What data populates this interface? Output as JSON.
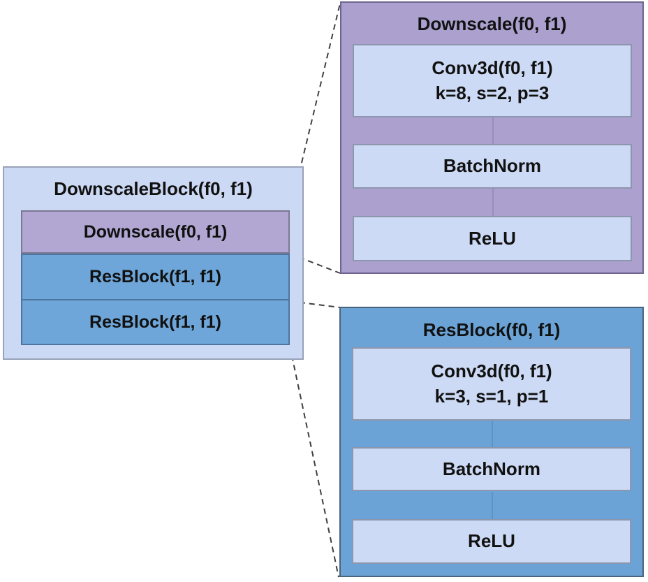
{
  "colors": {
    "bg": "#ffffff",
    "text": "#111111",
    "light-fill": "#ccd9f4",
    "light-border": "#99a3b8",
    "purple-fill": "#b2a6d2",
    "purple-panel-fill": "#aca0cf",
    "purple-border": "#6f6590",
    "purple-inner-border": "#7d7894",
    "blue-fill": "#6ea6d9",
    "blue-panel-fill": "#6ba3d6",
    "blue-border": "#4a637d",
    "blue-inner-border": "#4d759e",
    "inner-box-fill": "#cddaf5",
    "inner-box-border": "#8d96ad",
    "connector-purple": "#988dbb",
    "connector-blue": "#5d93c5",
    "dash-line": "#3f3f3f"
  },
  "left_block": {
    "title": "DownscaleBlock(f0, f1)",
    "children": [
      {
        "label": "Downscale(f0, f1)"
      },
      {
        "label": "ResBlock(f1, f1)"
      },
      {
        "label": "ResBlock(f1, f1)"
      }
    ]
  },
  "downscale_detail": {
    "title": "Downscale(f0, f1)",
    "conv": {
      "name": "Conv3d(f0, f1)",
      "params": "k=8, s=2, p=3"
    },
    "batchnorm": "BatchNorm",
    "relu": "ReLU"
  },
  "resblock_detail": {
    "title": "ResBlock(f0, f1)",
    "conv": {
      "name": "Conv3d(f0, f1)",
      "params": "k=3, s=1, p=1"
    },
    "batchnorm": "BatchNorm",
    "relu": "ReLU"
  }
}
